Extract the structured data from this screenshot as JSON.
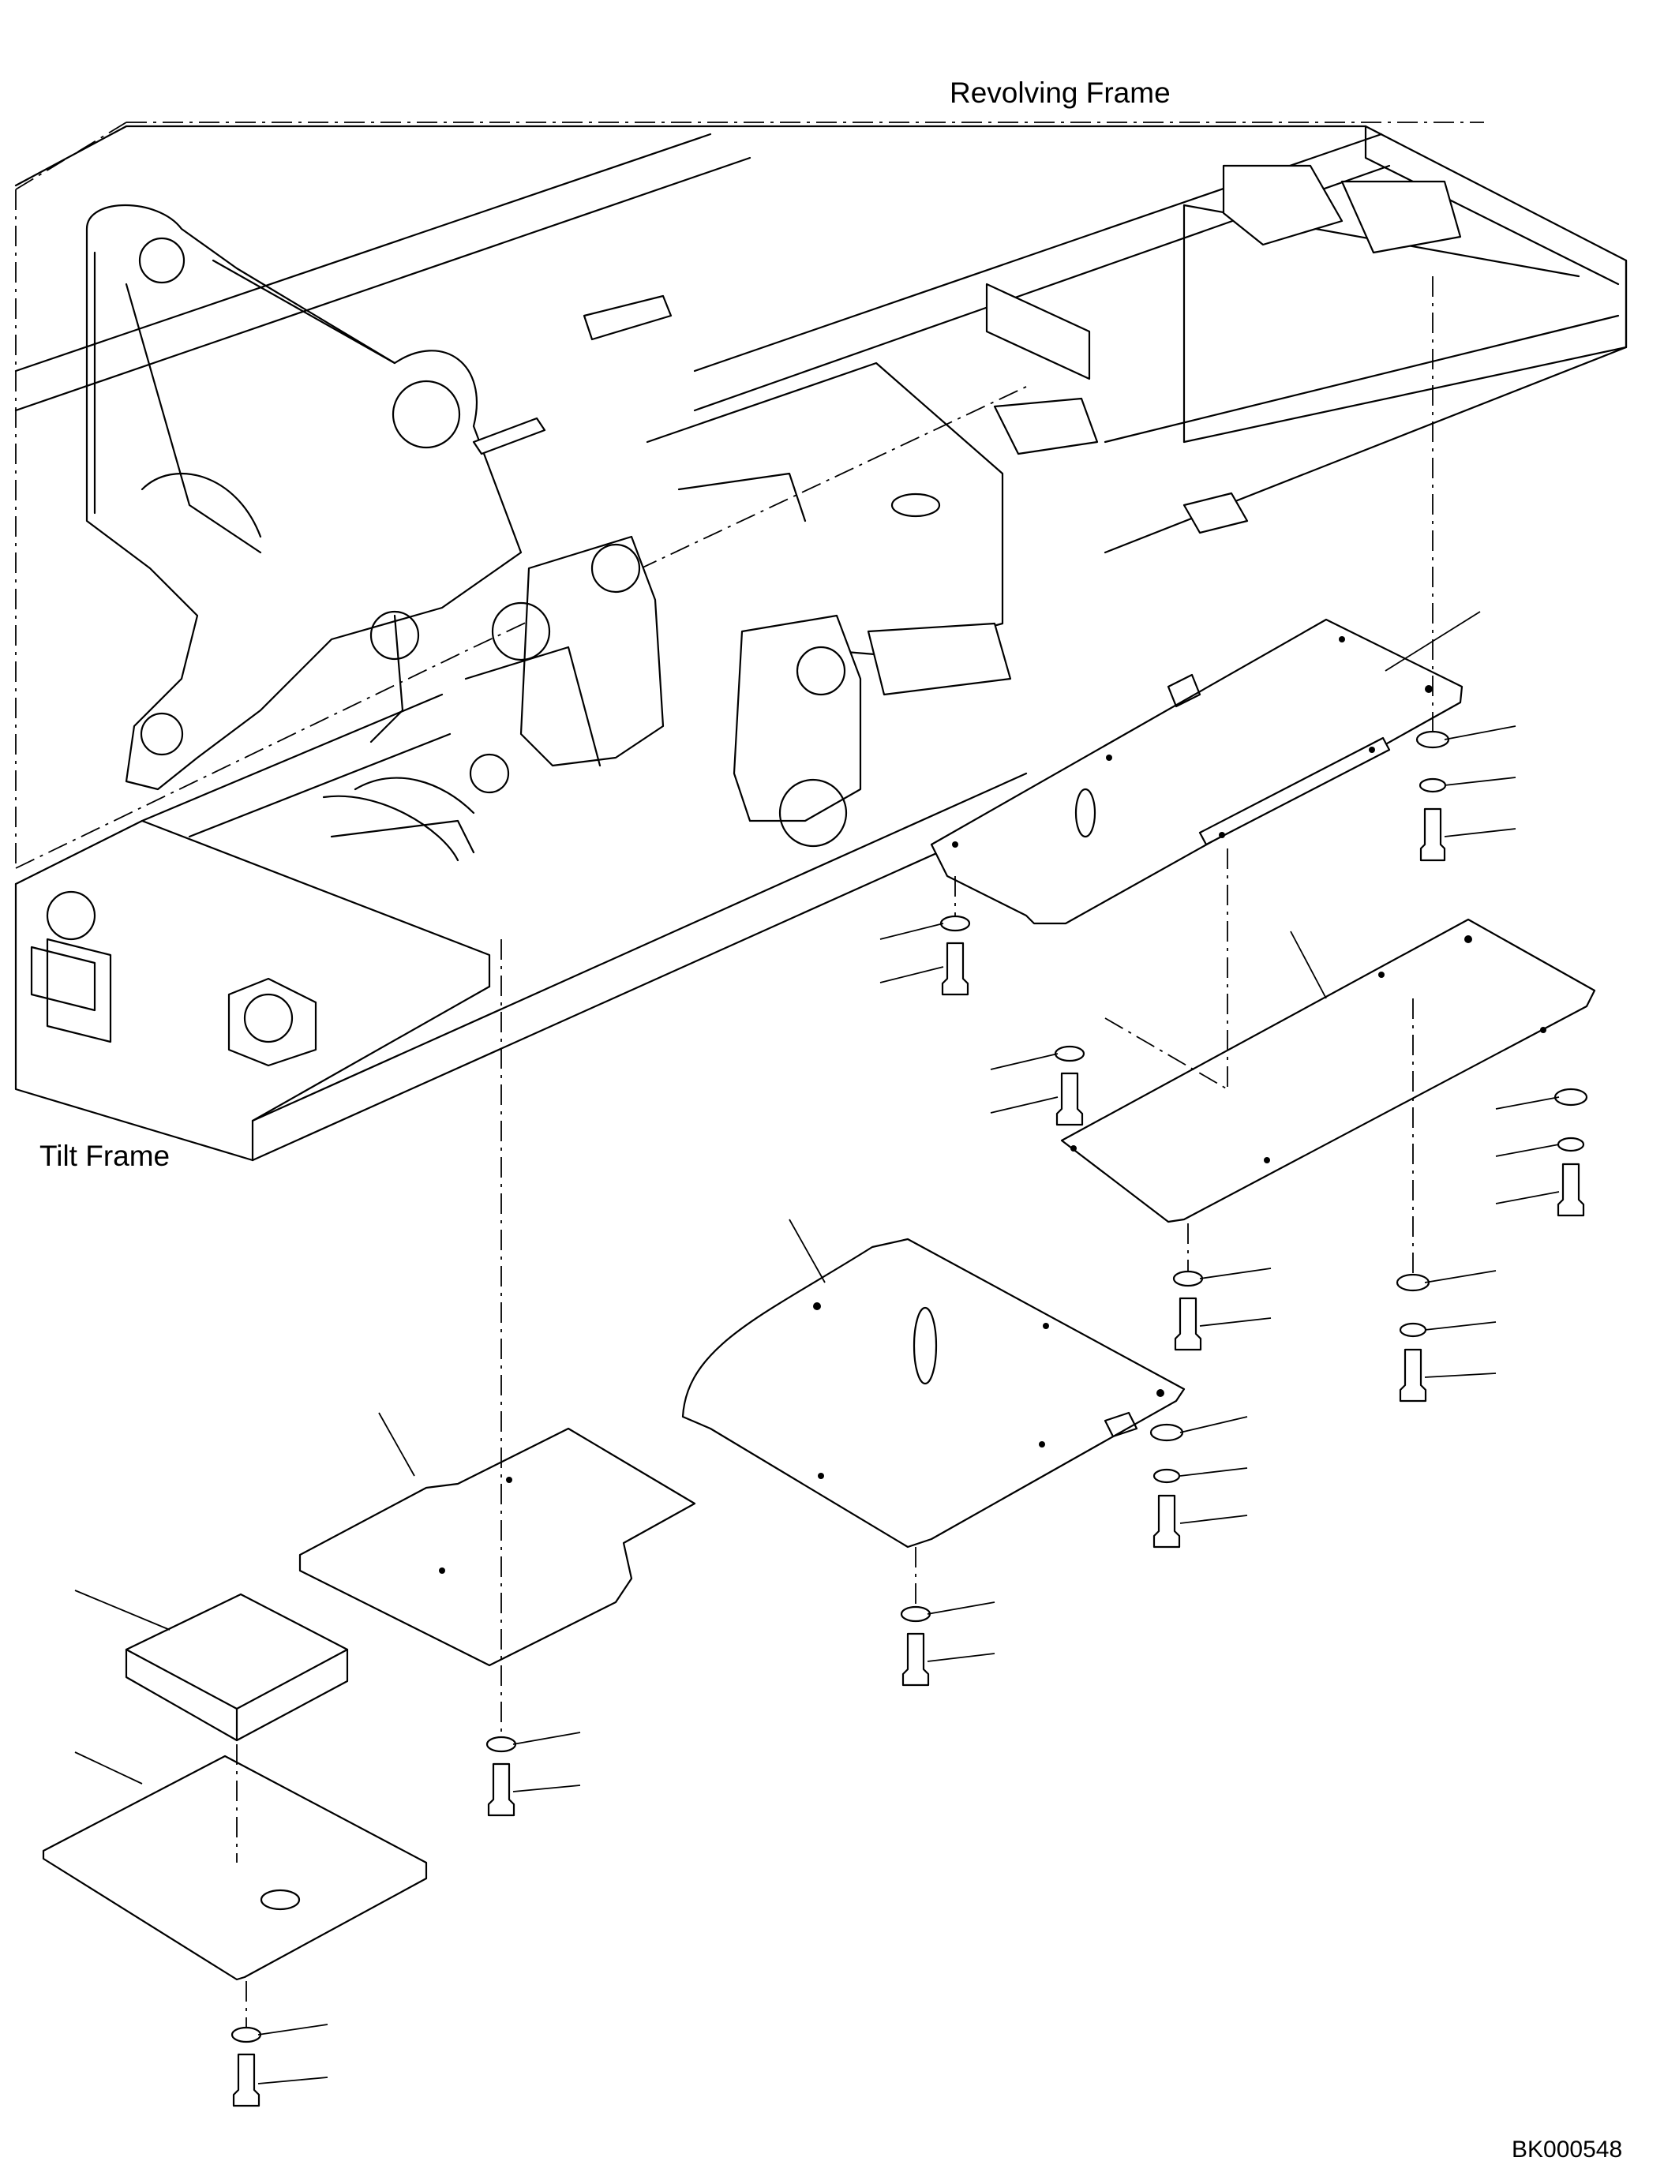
{
  "labels": {
    "revolving_frame": "Revolving Frame",
    "tilt_frame": "Tilt Frame",
    "drawing_code": "BK000548"
  }
}
